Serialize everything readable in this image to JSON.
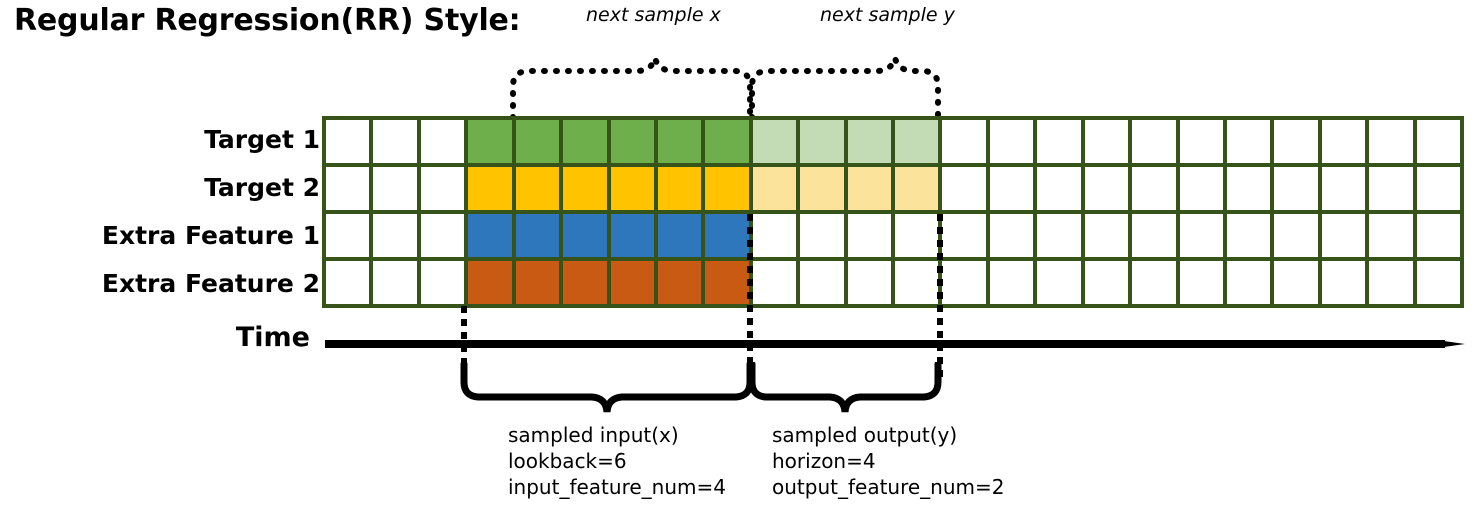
{
  "title": "Regular Regression(RR) Style:",
  "annotations": {
    "next_sample_x": "next sample x",
    "next_sample_y": "next sample y"
  },
  "rows": [
    {
      "label": "Target 1",
      "fill": "#6EAE4B",
      "faded_fill": "#C4DCB6"
    },
    {
      "label": "Target 2",
      "fill": "#FFC300",
      "faded_fill": "#FCE39C"
    },
    {
      "label": "Extra Feature 1",
      "fill": "#2E77BC",
      "faded_fill": null
    },
    {
      "label": "Extra Feature 2",
      "fill": "#C85A14",
      "faded_fill": null
    }
  ],
  "grid": {
    "total_columns": 24,
    "leading_empty_columns": 3,
    "input_start_column": 3,
    "lookback": 6,
    "horizon": 4,
    "border_color": "#365419",
    "empty_fill": "#ffffff"
  },
  "time_axis": {
    "label": "Time"
  },
  "captions": {
    "input": {
      "line1": "sampled input(x)",
      "line2": "lookback=6",
      "line3": "input_feature_num=4"
    },
    "output": {
      "line1": "sampled output(y)",
      "line2": "horizon=4",
      "line3": "output_feature_num=2"
    }
  }
}
